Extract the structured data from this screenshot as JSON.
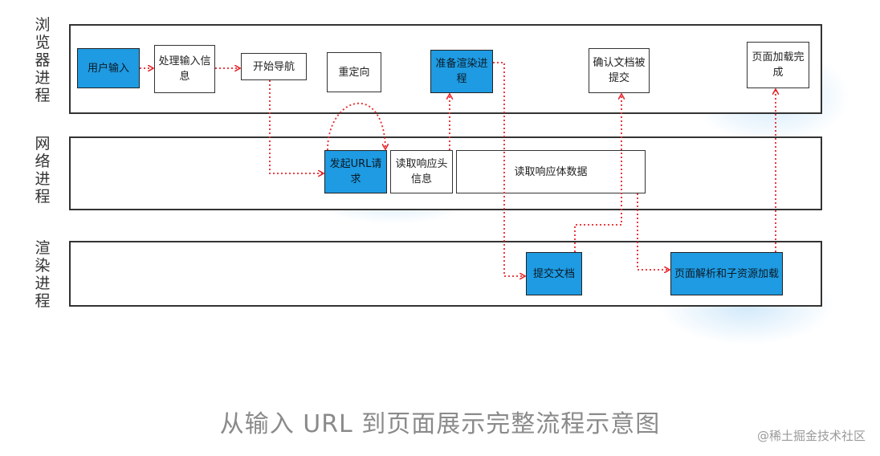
{
  "lanes": [
    {
      "label": "浏览器进程"
    },
    {
      "label": "网络进程"
    },
    {
      "label": "渲染进程"
    }
  ],
  "nodes": {
    "user_input": "用户输入",
    "handle_input": "处理输入信息",
    "start_nav": "开始导航",
    "redirect": "重定向",
    "prepare_render": "准备渲染进程",
    "confirm_doc": "确认文档被提交",
    "page_done": "页面加载完成",
    "url_request": "发起URL请求",
    "read_header": "读取响应头信息",
    "read_body": "读取响应体数据",
    "submit_doc": "提交文档",
    "parse_page": "页面解析和子资源加载"
  },
  "caption": "从输入 URL 到页面展示完整流程示意图",
  "watermark": "@稀土掘金技术社区",
  "colors": {
    "box_blue": "#1e9be2",
    "arrow": "#e8262b",
    "lane_line": "#333333"
  }
}
